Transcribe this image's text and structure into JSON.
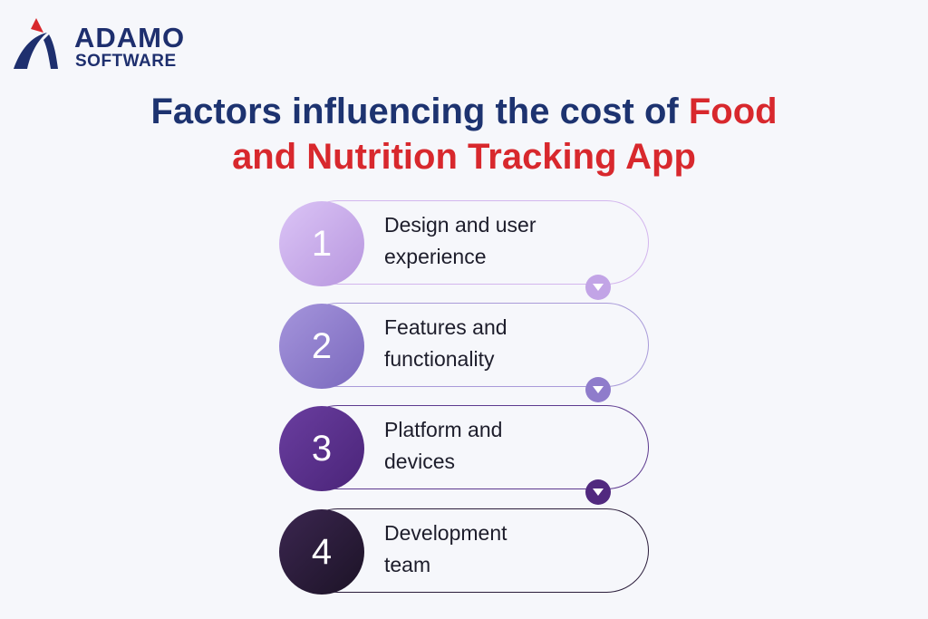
{
  "brand": {
    "name_top": "ADAMO",
    "name_bottom": "SOFTWARE",
    "colors": {
      "navy": "#1e2f6e",
      "red": "#d8282d"
    }
  },
  "title": {
    "part1": "Factors influencing the cost of ",
    "part2": "Food",
    "part3": "and Nutrition Tracking App"
  },
  "steps": [
    {
      "number": "1",
      "label_line1": "Design and user",
      "label_line2": "experience",
      "color": "#c2a4e6"
    },
    {
      "number": "2",
      "label_line1": "Features and",
      "label_line2": "functionality",
      "color": "#8f7ccb"
    },
    {
      "number": "3",
      "label_line1": "Platform and",
      "label_line2": "devices",
      "color": "#51297f"
    },
    {
      "number": "4",
      "label_line1": "Development",
      "label_line2": "team",
      "color": "#2b1d3b"
    }
  ],
  "icons": {
    "connector": "chevron-down-icon"
  }
}
